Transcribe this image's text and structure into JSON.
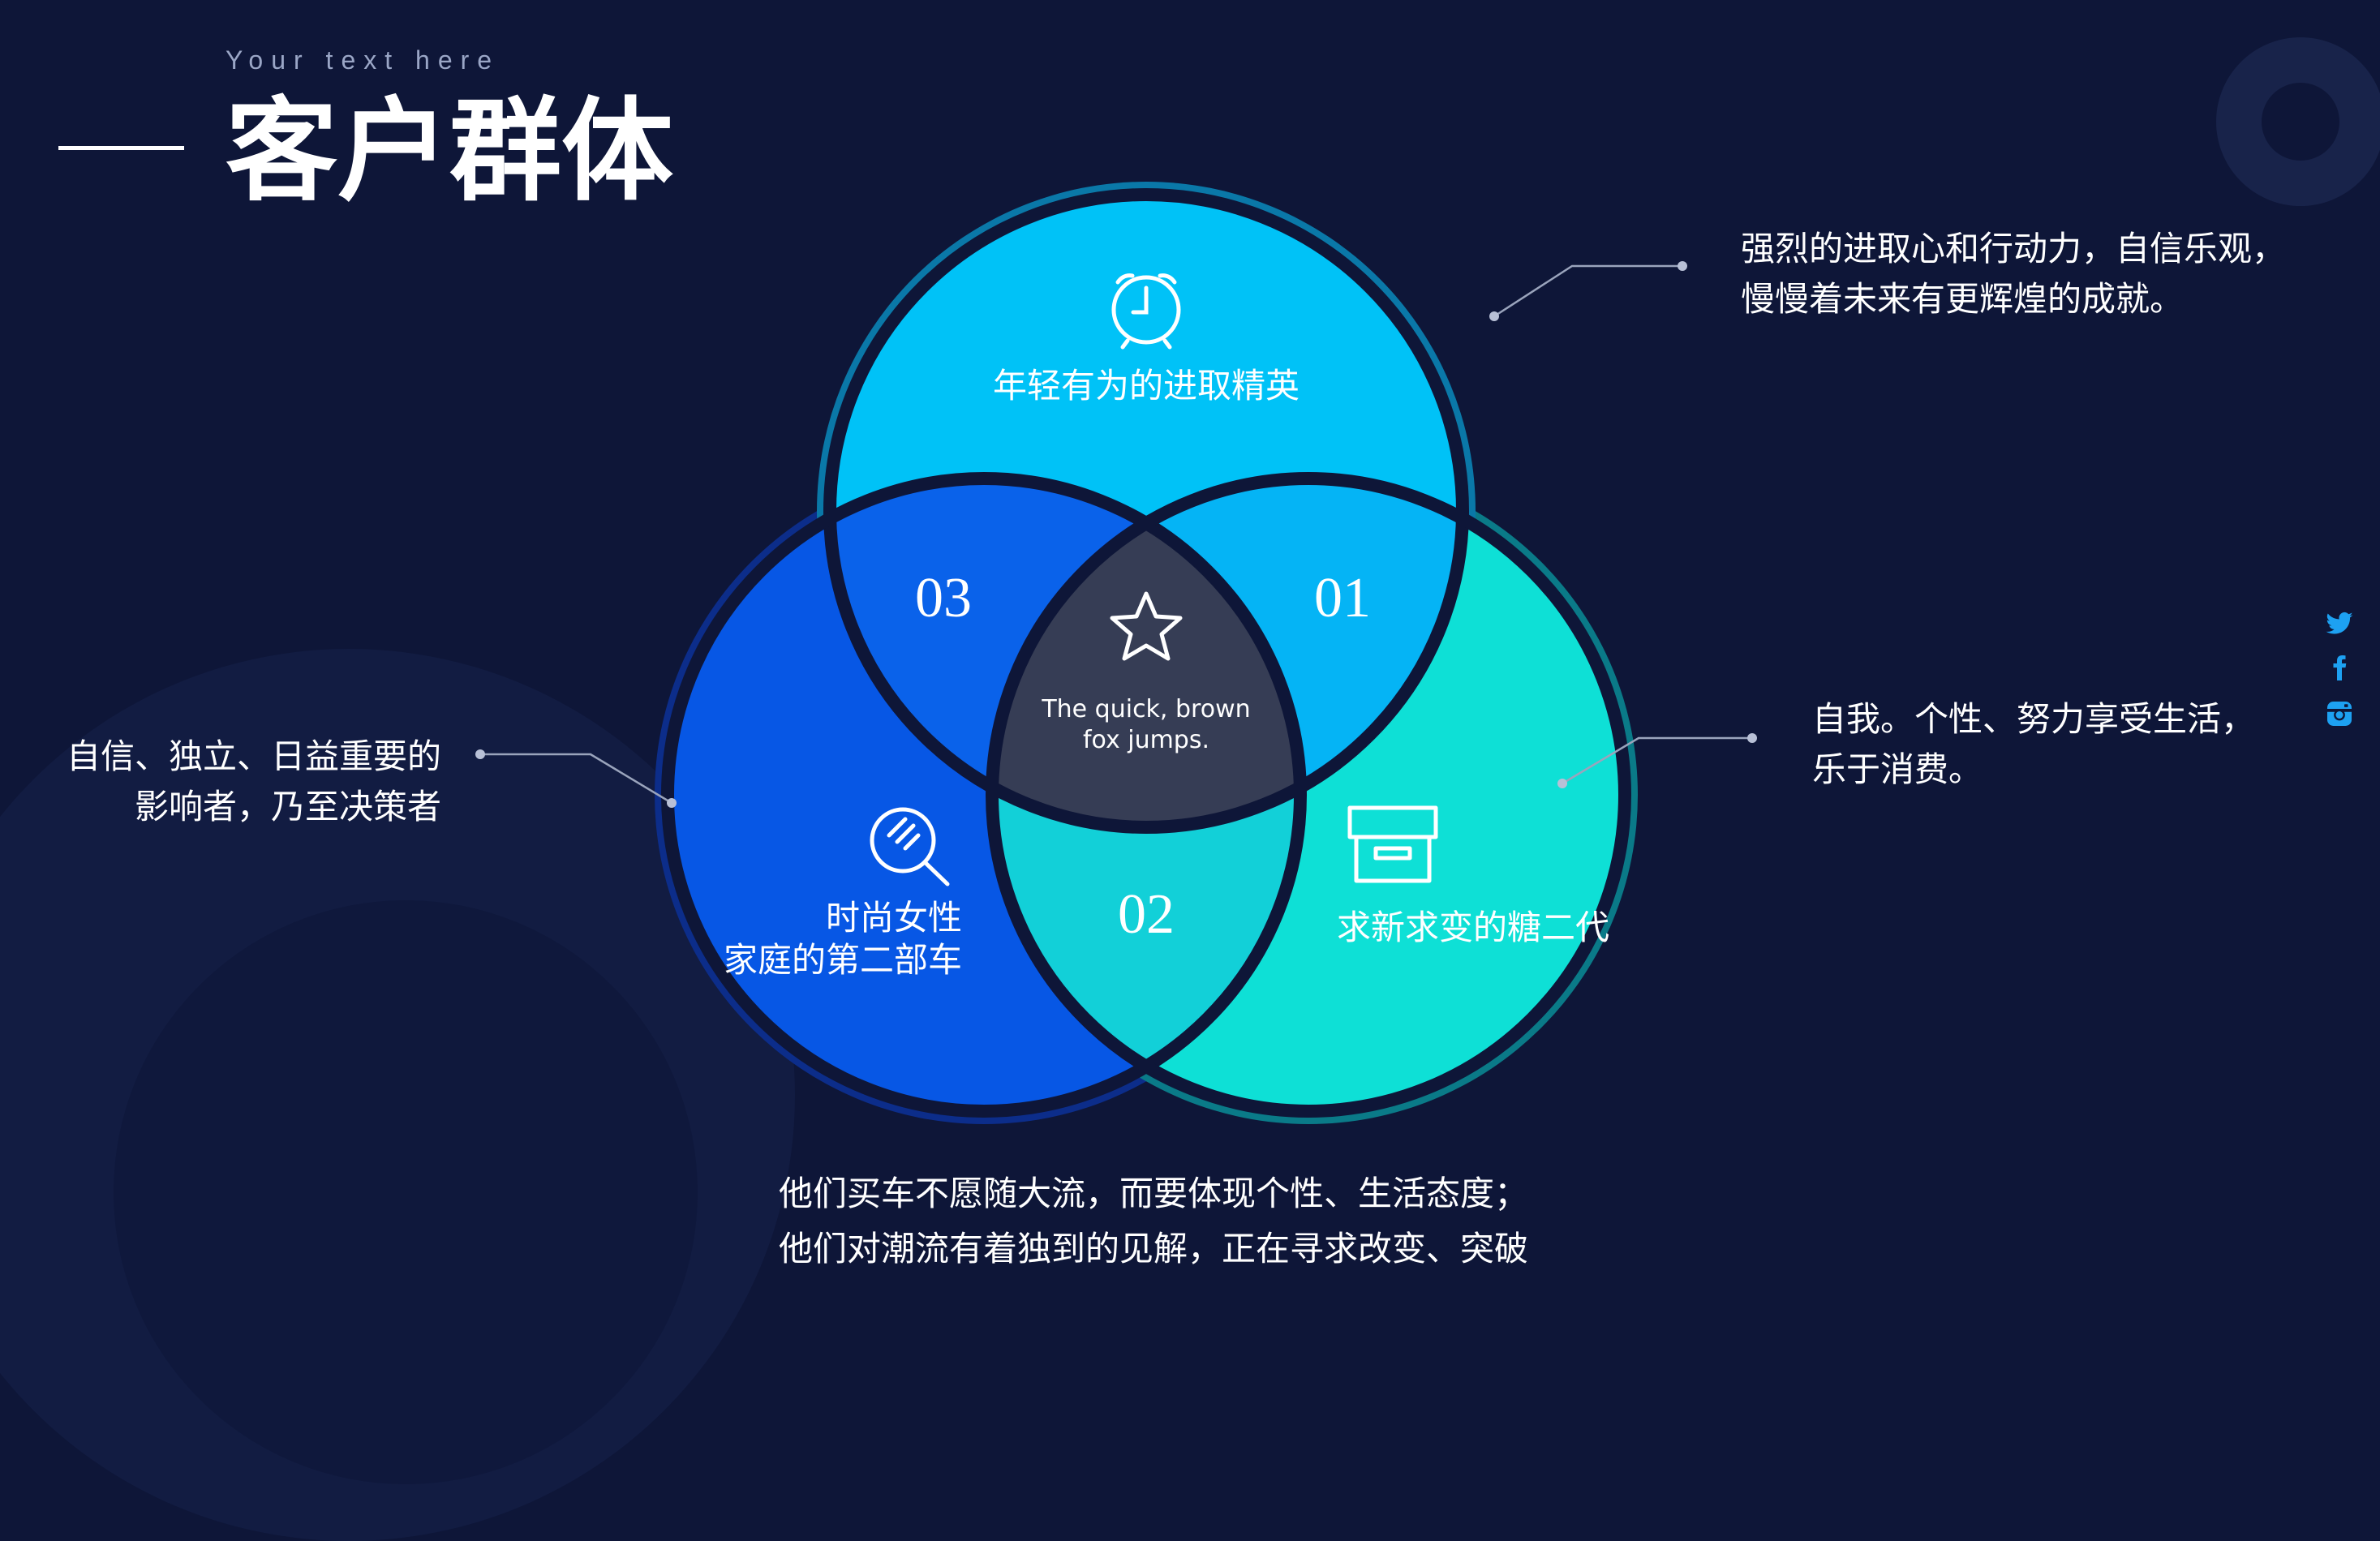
{
  "header": {
    "subtitle": "Your text here",
    "title": "客户群体"
  },
  "venn": {
    "top_circle_label": "年轻有为的进取精英",
    "left_circle_label_line1": "时尚女性",
    "left_circle_label_line2": "家庭的第二部车",
    "right_circle_label": "求新求变的糖二代",
    "overlap_top_right_number": "01",
    "overlap_bottom_number": "02",
    "overlap_top_left_number": "03",
    "center_text_line1": "The quick, brown",
    "center_text_line2": "fox jumps."
  },
  "annotations": {
    "top_right_line1": "强烈的进取心和行动力，自信乐观，",
    "top_right_line2": "慢慢着未来有更辉煌的成就。",
    "right_line1": "自我。个性、努力享受生活，",
    "right_line2": "乐于消费。",
    "left_line1": "自信、独立、日益重要的",
    "left_line2": "影响者，乃至决策者",
    "bottom_line1": "他们买车不愿随大流，而要体现个性、生活态度；",
    "bottom_line2": "他们对潮流有着独到的见解，正在寻求改变、突破"
  },
  "colors": {
    "background": "#0e1638",
    "top_circle": "#00c2f7",
    "left_circle": "#0757e5",
    "right_circle": "#0ee0d6",
    "center": "#363d55"
  },
  "icons": [
    "alarm-clock-icon",
    "star-icon",
    "magnifier-icon",
    "archive-box-icon",
    "twitter-icon",
    "facebook-icon",
    "instagram-icon"
  ]
}
